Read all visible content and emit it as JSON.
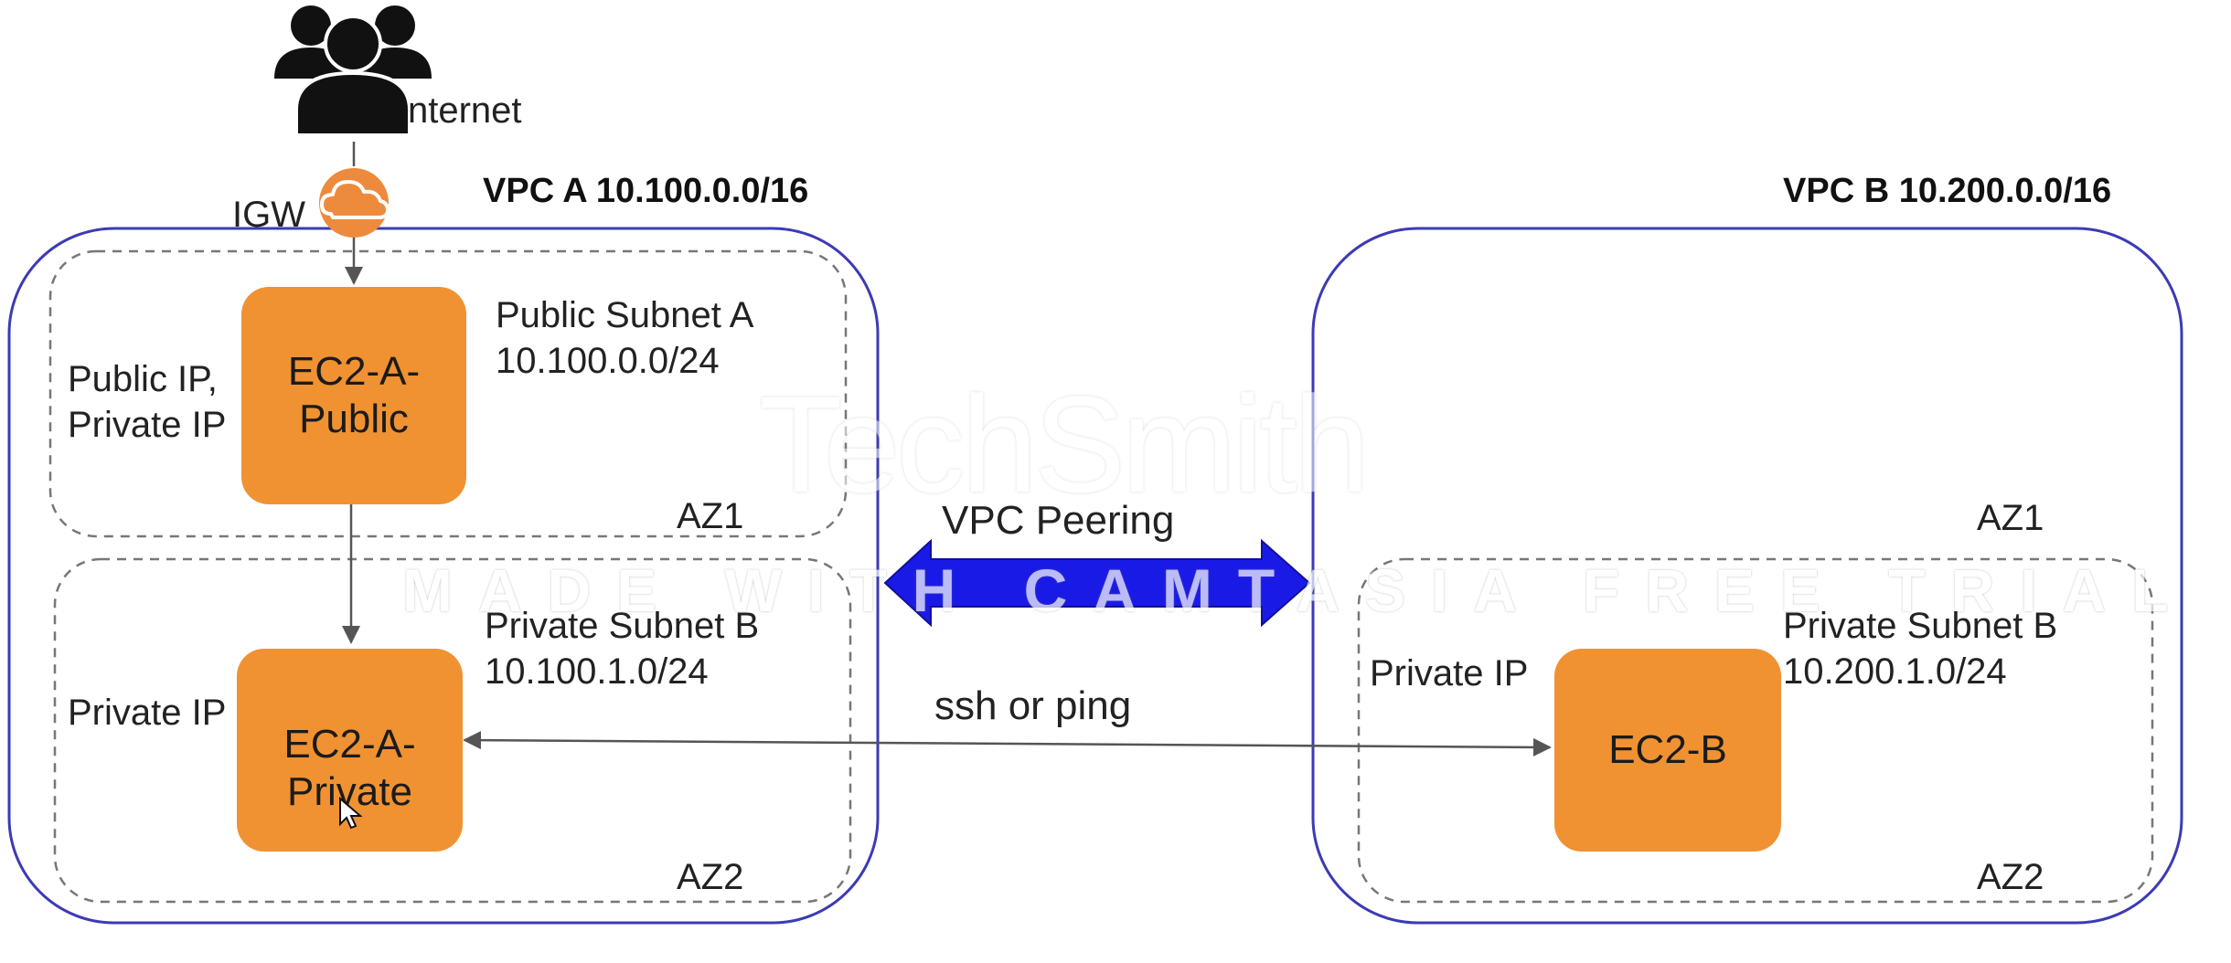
{
  "internet": {
    "label": "nternet",
    "icon": "users-group-icon"
  },
  "igw": {
    "label": "IGW",
    "icon": "cloud-icon"
  },
  "vpc_a": {
    "title": "VPC A 10.100.0.0/16",
    "subnet_public": {
      "name": "Public Subnet A",
      "cidr": "10.100.0.0/24",
      "az": "AZ1"
    },
    "subnet_private": {
      "name": "Private Subnet B",
      "cidr": "10.100.1.0/24",
      "az": "AZ2"
    },
    "ec2_public": {
      "line1": "EC2-A-",
      "line2": "Public",
      "ip_line1": "Public IP,",
      "ip_line2": "Private IP"
    },
    "ec2_private": {
      "line1": "EC2-A-",
      "line2": "Private",
      "ip_label": "Private IP"
    }
  },
  "vpc_b": {
    "title": "VPC B 10.200.0.0/16",
    "az1": "AZ1",
    "subnet_private": {
      "name": "Private Subnet B",
      "cidr": "10.200.1.0/24",
      "az": "AZ2"
    },
    "ec2": {
      "label": "EC2-B",
      "ip_label": "Private IP"
    }
  },
  "peering": {
    "label": "VPC Peering"
  },
  "connection": {
    "label": "ssh or ping"
  },
  "watermark": {
    "logo": "TechSmith",
    "trial": "MADE WITH CAMTASIA FREE TRIAL"
  },
  "colors": {
    "ec2_orange": "#f09232",
    "vpc_border": "#3b3bb5",
    "peering_arrow": "#1a1ae6",
    "igw_orange": "#ee8a3c"
  }
}
